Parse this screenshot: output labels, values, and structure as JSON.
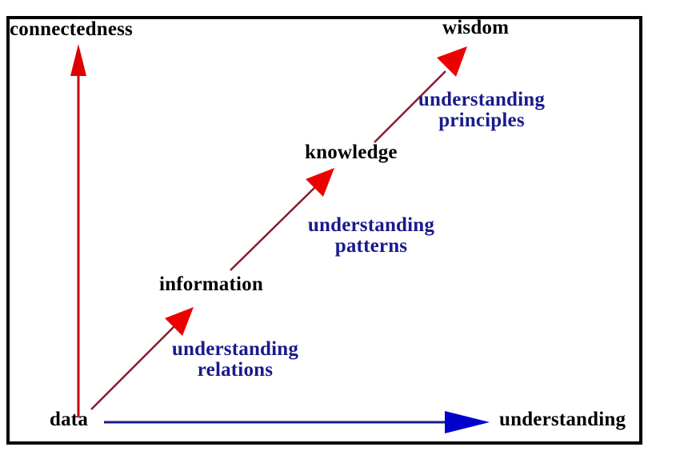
{
  "diagram": {
    "title_axis_y": "connectedness",
    "title_axis_x": "understanding",
    "nodes": [
      {
        "id": "data",
        "label": "data"
      },
      {
        "id": "information",
        "label": "information"
      },
      {
        "id": "knowledge",
        "label": "knowledge"
      },
      {
        "id": "wisdom",
        "label": "wisdom"
      }
    ],
    "transitions": [
      {
        "id": "relations",
        "line1": "understanding",
        "line2": "relations"
      },
      {
        "id": "patterns",
        "line1": "understanding",
        "line2": "patterns"
      },
      {
        "id": "principles",
        "line1": "understanding",
        "line2": "principles"
      }
    ],
    "colors": {
      "axis_vertical": "#cc0000",
      "axis_horizontal": "#1a1a8c",
      "arrow_diagonal": "#cc0000",
      "node_text": "#000000",
      "transition_text": "#1a1a8c",
      "frame": "#000000",
      "background": "#ffffff"
    }
  }
}
